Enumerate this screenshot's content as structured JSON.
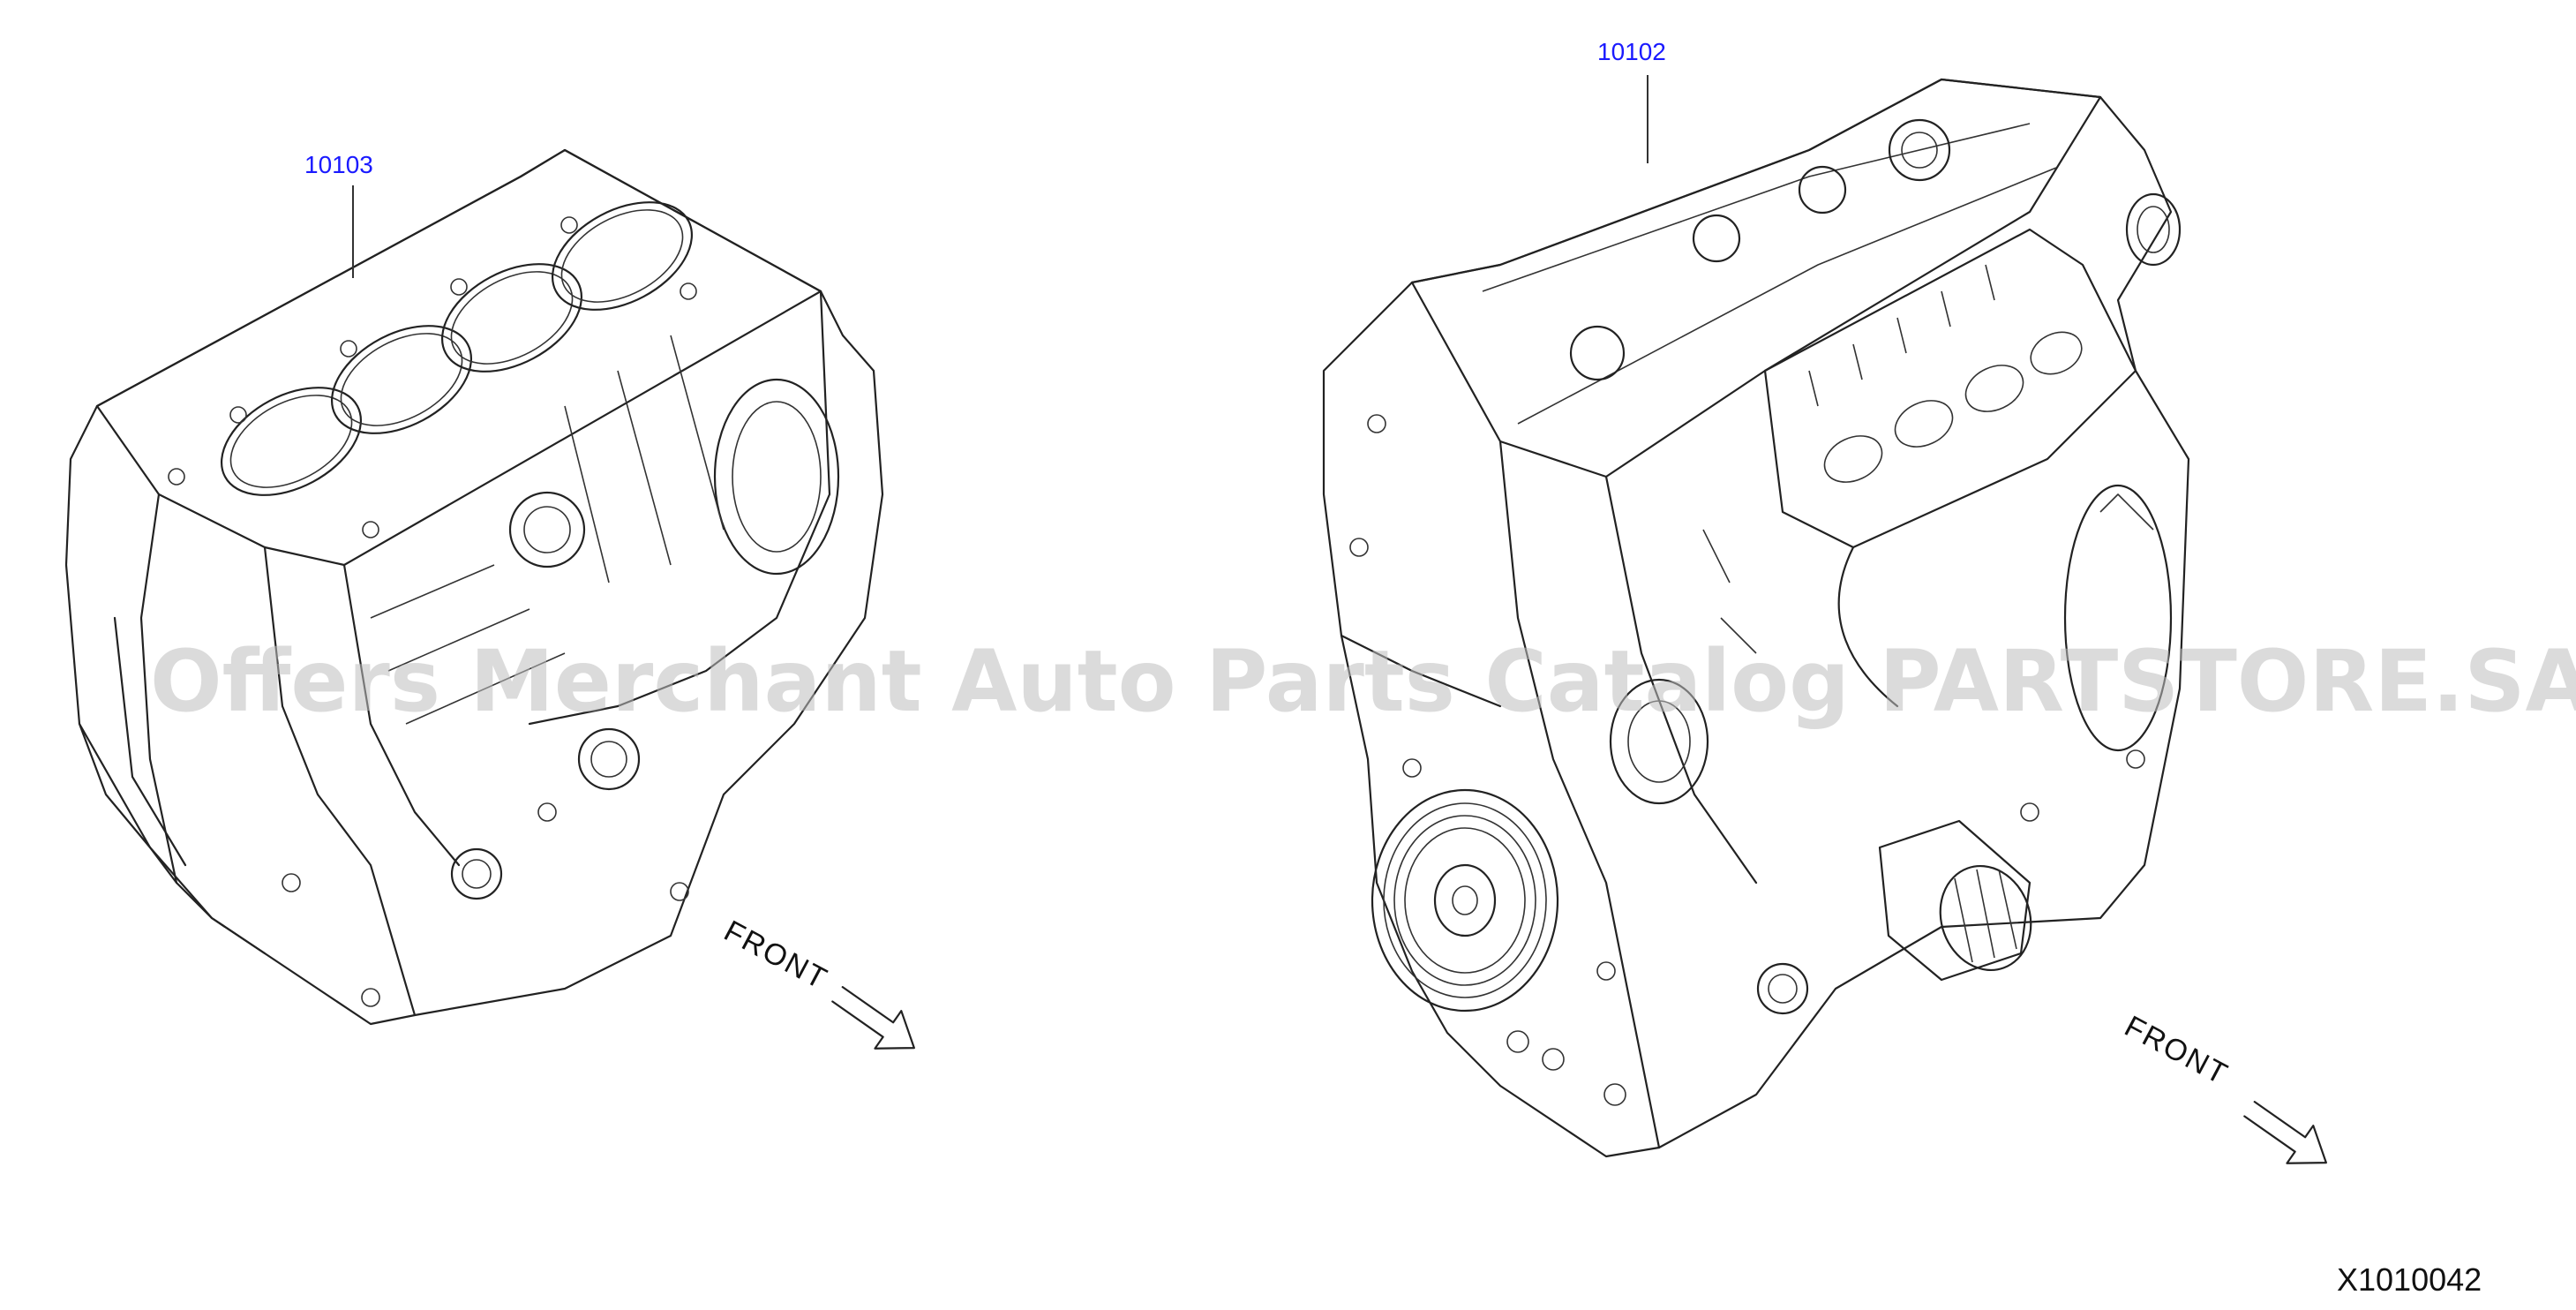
{
  "parts": {
    "short_block": {
      "number": "10103"
    },
    "long_block": {
      "number": "10102"
    }
  },
  "orientation": {
    "left_label": "FRONT",
    "right_label": "FRONT"
  },
  "diagram_id": "X1010042",
  "watermark": "Offers Merchant Auto Parts Catalog PARTSTORE.SA",
  "colors": {
    "part_link": "#1a1aff",
    "line_art": "#222222",
    "watermark": "#bdbdbd"
  }
}
